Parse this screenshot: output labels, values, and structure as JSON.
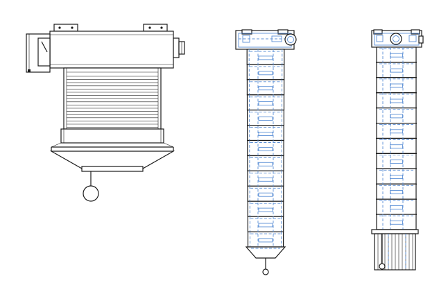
{
  "drawings": [
    {
      "id": "view-front",
      "description_icon": "telescopic-chute-front-view-icon",
      "segments": 0
    },
    {
      "id": "view-side-retracted",
      "description_icon": "telescopic-chute-extended-view-icon",
      "segments": 13
    },
    {
      "id": "view-side-extended",
      "description_icon": "telescopic-chute-fully-extended-view-icon",
      "segments": 12
    }
  ],
  "colors": {
    "line": "#1a1a1a",
    "hidden_line": "#5b8fd6",
    "background": "#ffffff"
  }
}
